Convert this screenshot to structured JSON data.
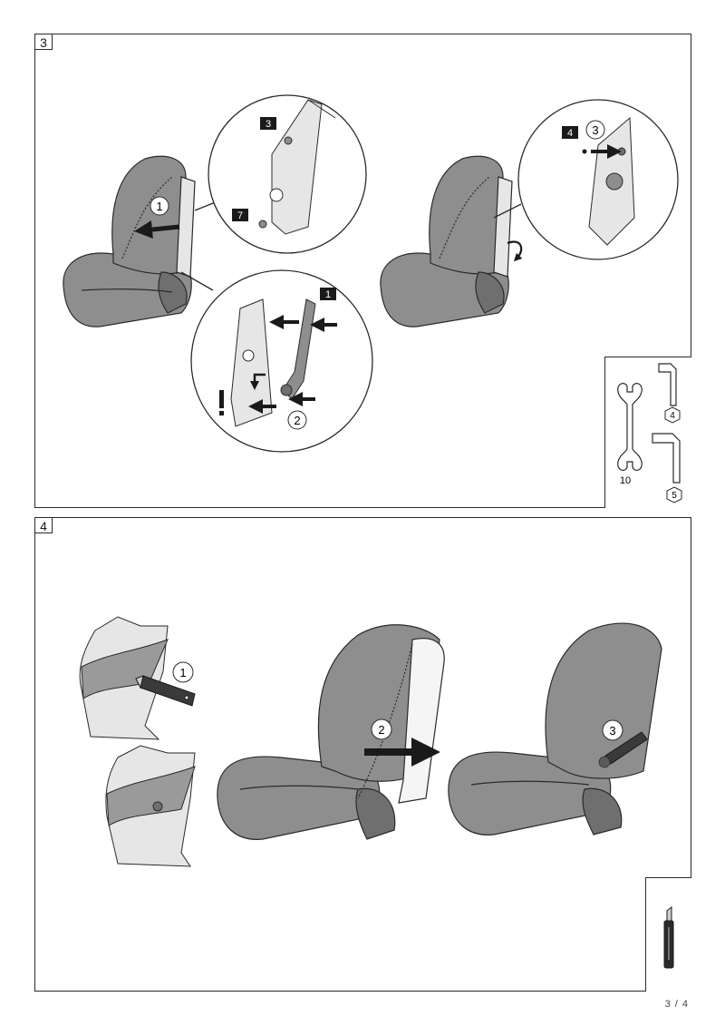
{
  "panels": [
    {
      "number": "3"
    },
    {
      "number": "4"
    }
  ],
  "panel3": {
    "step_circles": [
      "1",
      "2",
      "3"
    ],
    "part_tags": [
      "3",
      "7",
      "1",
      "4"
    ],
    "tools": {
      "wrench_size": "10",
      "hex_key_small": "4",
      "hex_key_large": "5"
    }
  },
  "panel4": {
    "step_circles": [
      "1",
      "2",
      "3"
    ]
  },
  "page": {
    "number": "3 / 4"
  },
  "colors": {
    "seat": "#8e8e8e",
    "seat_dark": "#6f6f6f",
    "line": "#2a2a2a",
    "light": "#e6e6e6",
    "tag_bg": "#1a1a1a"
  },
  "icons": [
    "wrench-icon",
    "hex-key-icon",
    "utility-knife-icon",
    "arrow-icon",
    "exclamation-icon"
  ]
}
